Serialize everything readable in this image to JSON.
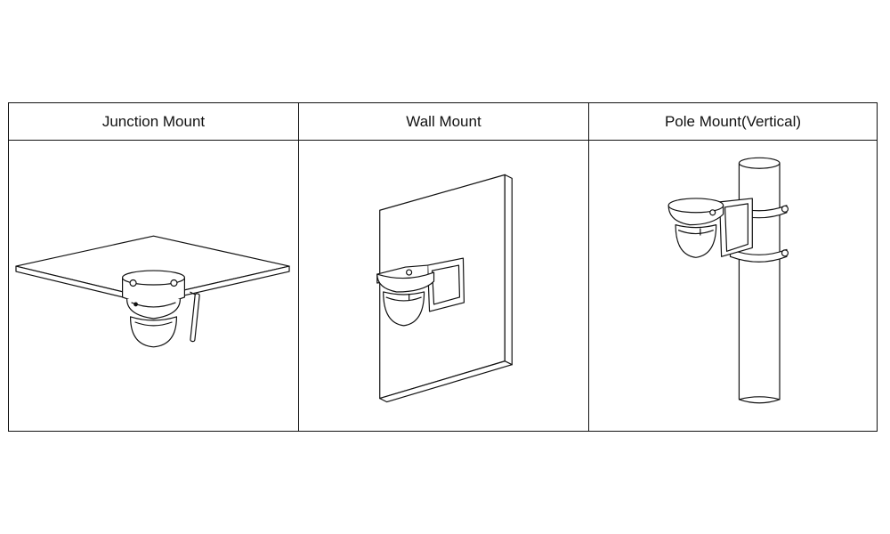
{
  "table": {
    "headers": [
      {
        "label": "Junction Mount"
      },
      {
        "label": "Wall Mount"
      },
      {
        "label": "Pole Mount(Vertical)"
      }
    ]
  },
  "colors": {
    "line": "#111111",
    "background": "#ffffff"
  }
}
